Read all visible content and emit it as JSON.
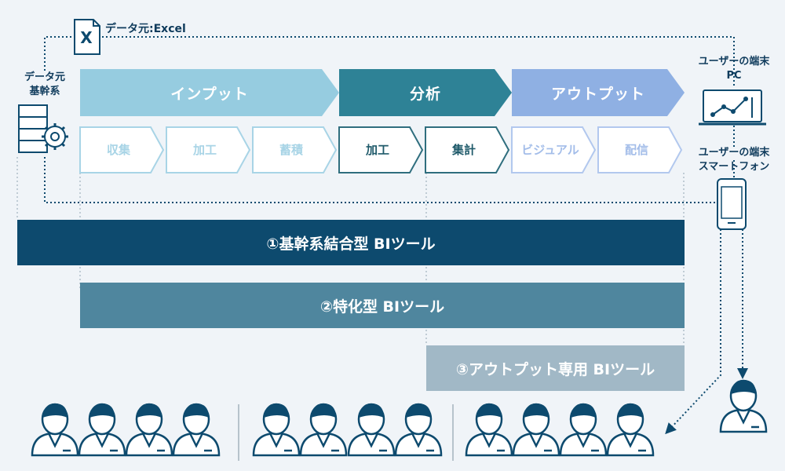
{
  "excel_label": "データ元:Excel",
  "source_label": [
    "データ元",
    "基幹系"
  ],
  "pc_label": [
    "ユーザーの端末",
    "PC"
  ],
  "phone_label": [
    "ユーザーの端末",
    "スマートフォン"
  ],
  "phases": [
    {
      "label": "インプット",
      "color": "#96cce0"
    },
    {
      "label": "分析",
      "color": "#2e8296"
    },
    {
      "label": "アウトプット",
      "color": "#8fb0e3"
    }
  ],
  "steps": [
    {
      "label": "収集",
      "fill": "#ffffff",
      "stroke": "#a8d4e6",
      "text": "#a8d4e6"
    },
    {
      "label": "加工",
      "fill": "#ffffff",
      "stroke": "#a8d4e6",
      "text": "#a8d4e6"
    },
    {
      "label": "蓄積",
      "fill": "#ffffff",
      "stroke": "#a8d4e6",
      "text": "#a8d4e6"
    },
    {
      "label": "加工",
      "fill": "#ffffff",
      "stroke": "#2f6e7e",
      "text": "#1f5a6a"
    },
    {
      "label": "集計",
      "fill": "#ffffff",
      "stroke": "#2f6e7e",
      "text": "#1f5a6a"
    },
    {
      "label": "ビジュアル",
      "fill": "#ffffff",
      "stroke": "#b2c8ee",
      "text": "#a3bde9"
    },
    {
      "label": "配信",
      "fill": "#ffffff",
      "stroke": "#b2c8ee",
      "text": "#a3bde9"
    }
  ],
  "bands": [
    {
      "label": "①基幹系結合型 BIツール",
      "color": "#0d4a6e"
    },
    {
      "label": "②特化型 BIツール",
      "color": "#4f869e"
    },
    {
      "label": "③アウトプット専用 BIツール",
      "color": "#a1b8c6"
    }
  ],
  "colors": {
    "line": "#0d4a6e",
    "guide": "#b0bec9",
    "person": "#0d4a6e"
  }
}
